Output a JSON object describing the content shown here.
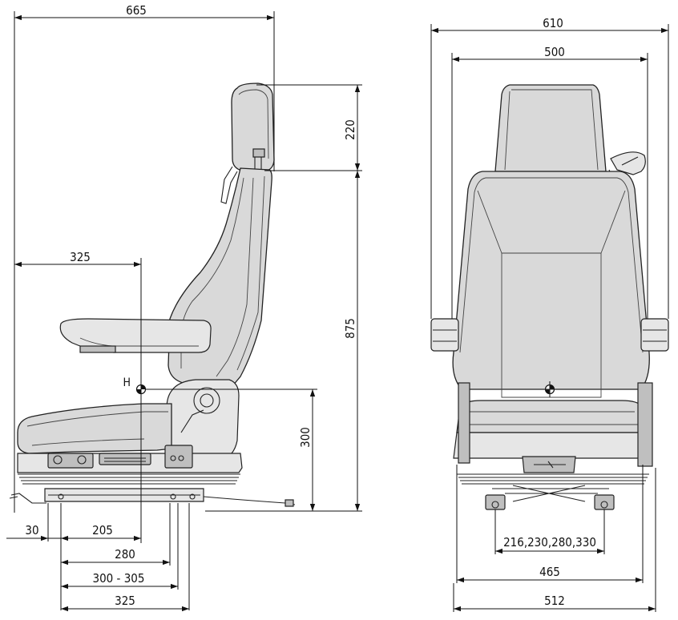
{
  "side_view": {
    "overall_depth": "665",
    "headrest_height": "220",
    "backrest_height": "875",
    "armrest_to_h_point": "325",
    "h_point_label": "H",
    "h_point_height": "300",
    "front_offset": "30",
    "rail_distance": "205",
    "mount_distance": "280",
    "slide_range": "300 - 305",
    "base_length": "325"
  },
  "front_view": {
    "overall_width": "610",
    "backrest_width": "500",
    "mount_spacings": "216,230,280,330",
    "cushion_width": "465",
    "base_width": "512"
  }
}
